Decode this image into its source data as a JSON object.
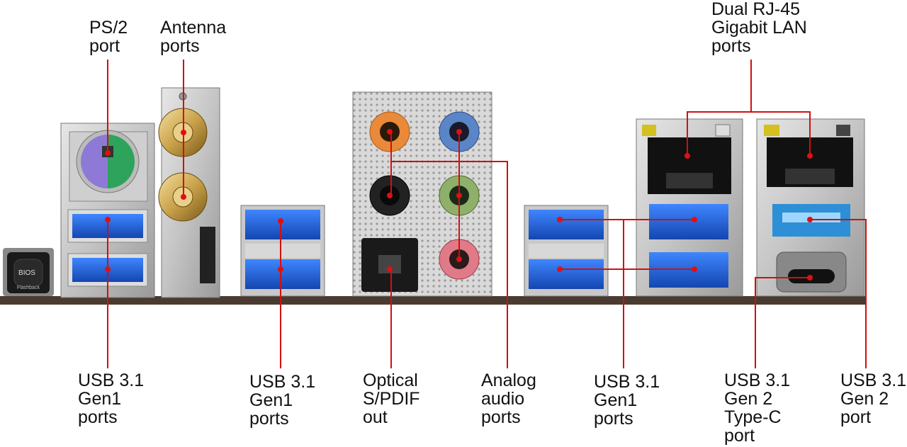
{
  "labels": {
    "ps2": [
      "PS/2",
      "port"
    ],
    "antenna": [
      "Antenna",
      "ports"
    ],
    "lan": [
      "Dual RJ-45",
      "Gigabit LAN",
      "ports"
    ],
    "usb_left": [
      "USB 3.1",
      "Gen1",
      "ports"
    ],
    "usb_mid": [
      "USB 3.1",
      "Gen1",
      "ports"
    ],
    "optical": [
      "Optical",
      "S/PDIF",
      "out"
    ],
    "audio": [
      "Analog",
      "audio",
      "ports"
    ],
    "usb_right": [
      "USB 3.1",
      "Gen1",
      "ports"
    ],
    "typec": [
      "USB 3.1",
      "Gen 2",
      "Type-C",
      "port"
    ],
    "gen2": [
      "USB 3.1",
      "Gen 2",
      "port"
    ]
  },
  "bios_button": {
    "line1": "BIOS",
    "line2": "Flashback"
  },
  "colors": {
    "leader_line": "#d01010",
    "dot": "#e01010",
    "usb_blue": "#1f5fd6",
    "base": "#4a3a30"
  }
}
